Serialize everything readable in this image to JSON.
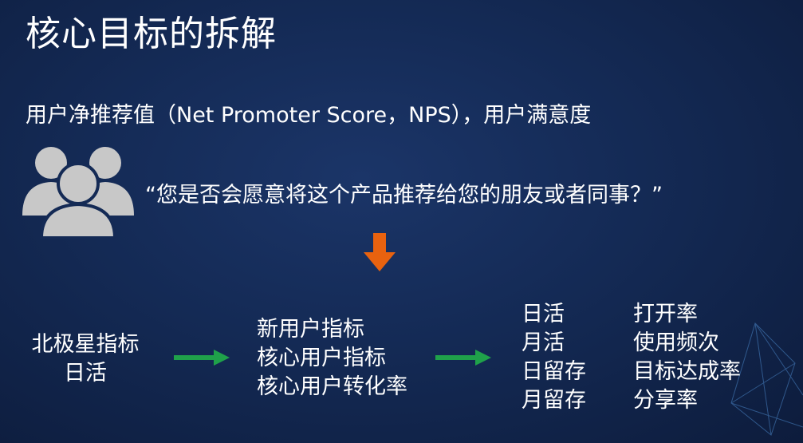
{
  "slide": {
    "title": "核心目标的拆解",
    "subtitle": "用户净推荐值（Net Promoter Score，NPS），用户满意度",
    "quote": "“您是否会愿意将这个产品推荐给您的朋友或者同事？”",
    "north_star": [
      "北极星指标",
      "日活"
    ],
    "middle_metrics": [
      "新用户指标",
      "核心用户指标",
      "核心用户转化率"
    ],
    "metrics_col_a": [
      "日活",
      "月活",
      "日留存",
      "月留存"
    ],
    "metrics_col_b": [
      "打开率",
      "使用频次",
      "目标达成率",
      "分享率"
    ],
    "colors": {
      "background": "#142a55",
      "text": "#ffffff",
      "icon": "#c8c8c8",
      "down_arrow": "#e8620f",
      "right_arrow": "#1fa14a"
    },
    "icons": [
      "users-group-icon",
      "arrow-down-icon",
      "arrow-right-icon"
    ]
  }
}
